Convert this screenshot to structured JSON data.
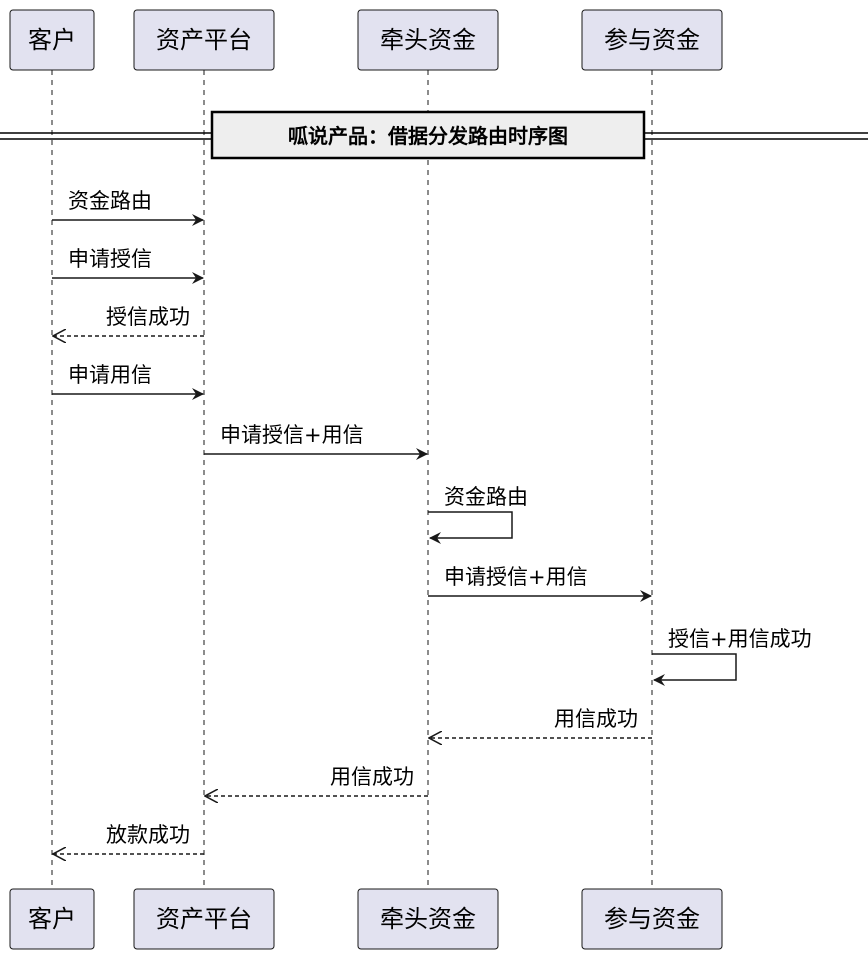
{
  "participants": [
    {
      "id": "customer",
      "label": "客户"
    },
    {
      "id": "asset",
      "label": "资产平台"
    },
    {
      "id": "lead",
      "label": "牵头资金"
    },
    {
      "id": "participate",
      "label": "参与资金"
    }
  ],
  "divider": {
    "label": "呱说产品：借据分发路由时序图"
  },
  "messages": [
    {
      "from": "customer",
      "to": "asset",
      "label": "资金路由",
      "style": "solid"
    },
    {
      "from": "customer",
      "to": "asset",
      "label": "申请授信",
      "style": "solid"
    },
    {
      "from": "asset",
      "to": "customer",
      "label": "授信成功",
      "style": "dashed"
    },
    {
      "from": "customer",
      "to": "asset",
      "label": "申请用信",
      "style": "solid"
    },
    {
      "from": "asset",
      "to": "lead",
      "label": "申请授信+用信",
      "style": "solid"
    },
    {
      "from": "lead",
      "to": "lead",
      "label": "资金路由",
      "style": "self"
    },
    {
      "from": "lead",
      "to": "participate",
      "label": "申请授信+用信",
      "style": "solid"
    },
    {
      "from": "participate",
      "to": "participate",
      "label": "授信+用信成功",
      "style": "self"
    },
    {
      "from": "participate",
      "to": "lead",
      "label": "用信成功",
      "style": "dashed"
    },
    {
      "from": "lead",
      "to": "asset",
      "label": "用信成功",
      "style": "dashed"
    },
    {
      "from": "asset",
      "to": "customer",
      "label": "放款成功",
      "style": "dashed"
    }
  ],
  "colors": {
    "participant_fill": "#e2e2f0",
    "line": "#181818",
    "divider_fill": "#eeeeee"
  }
}
